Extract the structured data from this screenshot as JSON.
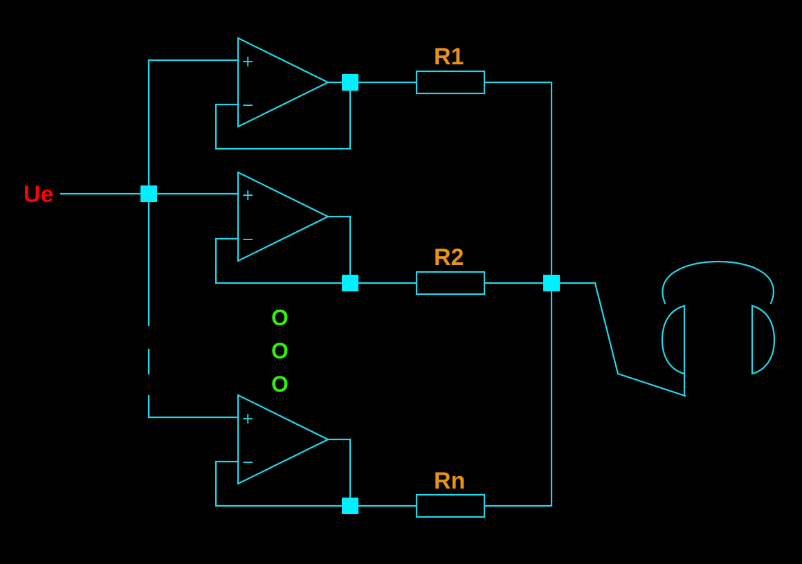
{
  "colors": {
    "background": "#000000",
    "wire": "#22d8e8",
    "node": "#00f0ff",
    "input_label": "#ff0000",
    "resistor_label": "#e8921a",
    "dots": "#33ee11"
  },
  "labels": {
    "input": "Ue",
    "r1": "R1",
    "r2": "R2",
    "rn": "Rn"
  },
  "continuation_dots": [
    "O",
    "O",
    "O"
  ],
  "opamp_signs": {
    "plus": "+",
    "minus": "−"
  }
}
